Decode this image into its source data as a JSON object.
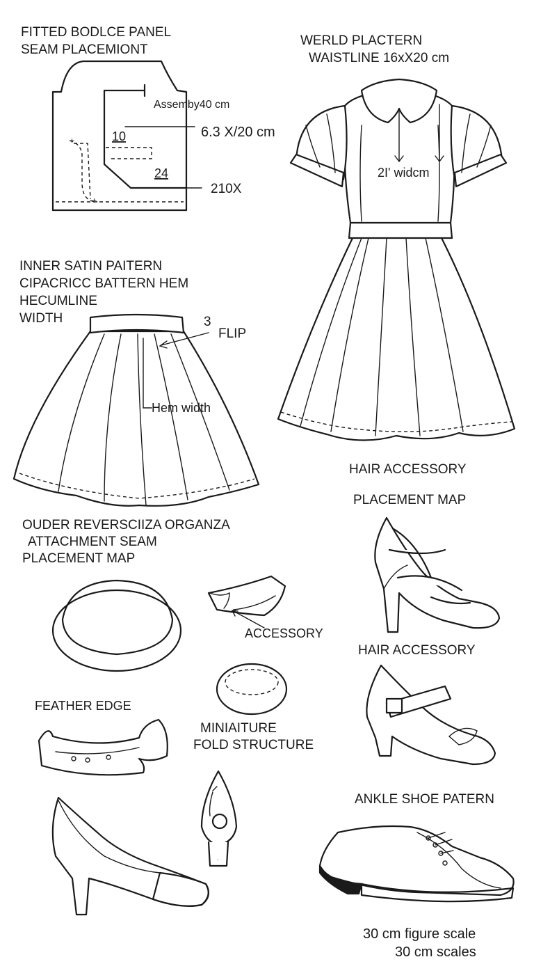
{
  "bodice": {
    "title_line1": "FITTED BODLCE PANEL",
    "title_line2": "SEAM PLACEMIONT",
    "assembly": "Assemby40 cm",
    "dim1": "6.3 X/20 cm",
    "num_10": "10",
    "num_24": "24",
    "dim2": "210X"
  },
  "dress": {
    "title_line1": "WERLD PLACTERN",
    "title_line2": "WAISTLINE 16xX20 cm",
    "width_label": "2I' widcm"
  },
  "skirt": {
    "title_line1": "INNER SATIN PAITERN",
    "title_line2": "CIPACRICC BATTERN HEM",
    "title_line3": "HECUMLINE",
    "title_line4": "WIDTH",
    "num_3": "3",
    "flip": "FLIP",
    "hem_width": "Hem width"
  },
  "accessories": {
    "title_line1": "OUDER REVERSCIIZA ORGANZA",
    "title_line2": "ATTACHMENT SEAM",
    "title_line3": "PLACEMENT MAP",
    "accessory": "ACCESSORY",
    "feather_edge": "FEATHER EDGE",
    "miniature_line1": "MINIAITURE",
    "miniature_line2": "FOLD STRUCTURE"
  },
  "shoes": {
    "hair_accessory_1": "HAIR ACCESSORY",
    "placement_map": "PLACEMENT MAP",
    "hair_accessory_2": "HAIR ACCESSORY",
    "ankle_shoe": "ANKLE SHOE PATERN"
  },
  "scale": {
    "line1": "30 cm figure scale",
    "line2": "30 cm scales"
  }
}
